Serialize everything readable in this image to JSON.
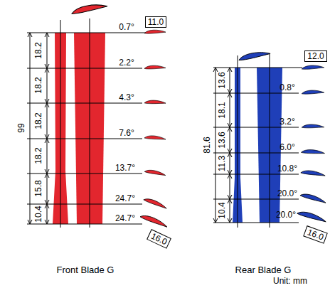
{
  "diagram": {
    "labels": [
      "99",
      "18.2",
      "18.2",
      "18.2",
      "18.2",
      "15.8",
      "10.4",
      "0.7°",
      "2.2°",
      "4.3°",
      "7.6°",
      "13.7°",
      "24.7°",
      "24.7°",
      "11.0",
      "16.0",
      "Front Blade G",
      "81.6",
      "13.6",
      "18.1",
      "13.6",
      "11.3",
      "10.4",
      "0.8°",
      "3.2°",
      "6.0°",
      "10.8°",
      "20.0°",
      "20.0°",
      "12.0",
      "16.0",
      "Rear Blade G",
      "Unit: mm"
    ]
  }
}
